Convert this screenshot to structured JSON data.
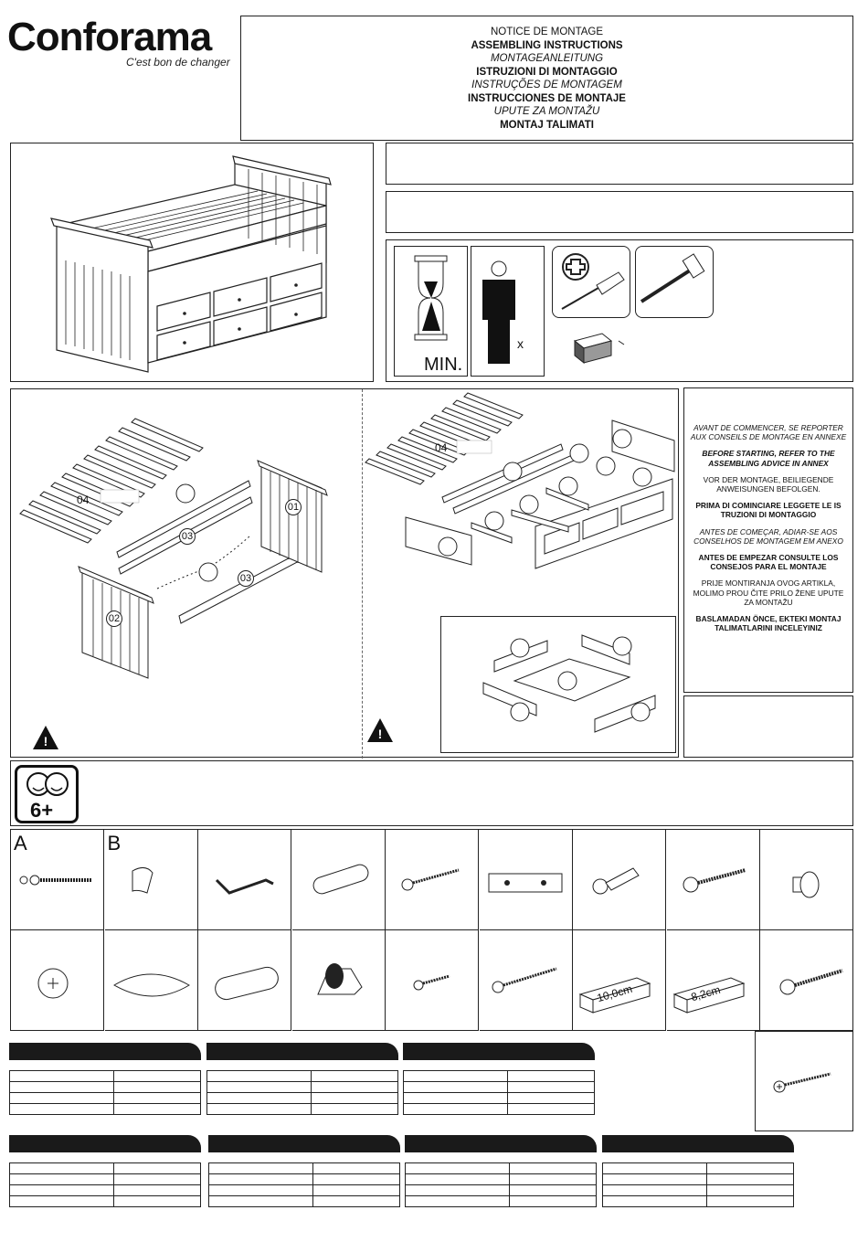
{
  "brand": {
    "name": "Conforama",
    "tagline": "C'est bon de changer"
  },
  "title_lines": [
    {
      "text": "NOTICE DE MONTAGE",
      "style": "regular"
    },
    {
      "text": "ASSEMBLING INSTRUCTIONS",
      "style": "bold"
    },
    {
      "text": "MONTAGEANLEITUNG",
      "style": "italic"
    },
    {
      "text": "ISTRUZIONI DI MONTAGGIO",
      "style": "bold"
    },
    {
      "text": "INSTRUÇÕES DE MONTAGEM",
      "style": "italic"
    },
    {
      "text": "INSTRUCCIONES DE MONTAJE",
      "style": "bold"
    },
    {
      "text": "UPUTE ZA MONTAŽU",
      "style": "italic"
    },
    {
      "text": "MONTAJ TALIMATI",
      "style": "bold"
    }
  ],
  "tools": {
    "time_label": "MIN.",
    "persons_label": "x"
  },
  "part_labels": {
    "p01": "01",
    "p02": "02",
    "p03a": "03",
    "p03b": "03",
    "p04a": "04",
    "p04b": "04"
  },
  "annex": [
    {
      "text": "AVANT DE COMMENCER, SE REPORTER AUX CONSEILS DE MONTAGE  EN ANNEXE",
      "style": "italic"
    },
    {
      "text": "BEFORE STARTING, REFER TO THE ASSEMBLING ADVICE IN ANNEX",
      "style": "bold-italic"
    },
    {
      "text": "VOR DER MONTAGE, BEILIEGENDE ANWEISUNGEN BEFOLGEN.",
      "style": "regular"
    },
    {
      "text": "PRIMA DI COMINCIARE LEGGETE LE IS TRUZIONI DI MONTAGGIO",
      "style": "bold"
    },
    {
      "text": "ANTES DE COMEÇAR, ADIAR-SE AOS CONSELHOS DE MONTAGEM EM ANEXO",
      "style": "italic"
    },
    {
      "text": "ANTES DE EMPEZAR CONSULTE LOS CONSEJOS PARA EL MONTAJE",
      "style": "bold"
    },
    {
      "text": "PRIJE MONTIRANJA OVOG ARTIKLA, MOLIMO PROU ČITE PRILO ŽENE UPUTE ZA MONTAŽU",
      "style": "regular"
    },
    {
      "text": "BASLAMADAN ÖNCE, EKTEKI MONTAJ TALIMATLARINI INCELEYINIZ",
      "style": "bold"
    }
  ],
  "age_badge": "6+",
  "hardware_letters": {
    "a": "A",
    "b": "B"
  },
  "hardware_icons": [
    "bolt-with-washer-icon",
    "cam-clip-icon",
    "allen-key-icon",
    "wooden-dowel-icon",
    "screw-icon",
    "connector-block-icon",
    "cam-bolt-icon",
    "joint-connector-bolt-icon",
    "knob-icon",
    "cam-lock-icon",
    "plastic-bag-icon",
    "large-dowel-icon",
    "castor-wheel-icon",
    "small-screw-icon",
    "long-screw-icon",
    "wooden-block-icon",
    "wooden-block-icon",
    "long-connector-bolt-icon"
  ],
  "block_labels": {
    "b1": "10,0cm",
    "b2": "8,2cm"
  },
  "colors": {
    "ink": "#111111",
    "table_header": "#1a1a1a"
  }
}
